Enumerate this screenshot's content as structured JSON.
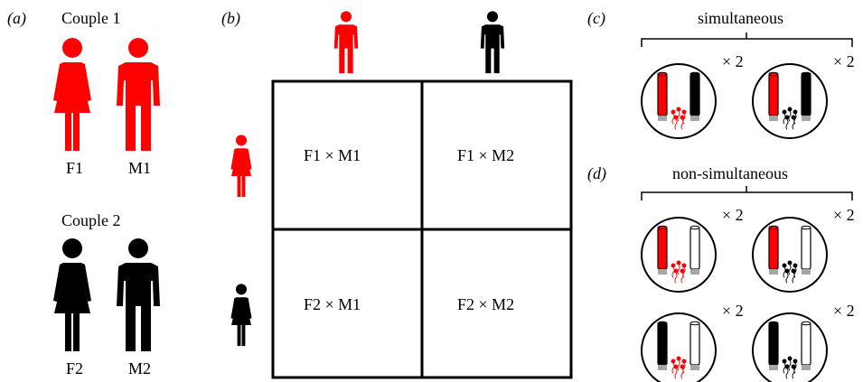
{
  "colors": {
    "red": "#ff0000",
    "black": "#000000",
    "grey": "#a6a6a6",
    "white": "#ffffff"
  },
  "panel_a": {
    "label": "(a)",
    "couple1": {
      "title": "Couple 1",
      "female": "F1",
      "male": "M1",
      "color": "#ff0000"
    },
    "couple2": {
      "title": "Couple 2",
      "female": "F2",
      "male": "M2",
      "color": "#000000"
    }
  },
  "panel_b": {
    "label": "(b)",
    "columns": [
      {
        "icon": "male-red-icon"
      },
      {
        "icon": "male-black-icon"
      }
    ],
    "rows": [
      {
        "icon": "female-red-icon"
      },
      {
        "icon": "female-black-icon"
      }
    ],
    "cells": [
      [
        "F1 × M1",
        "F1 × M2"
      ],
      [
        "F2 × M1",
        "F2 × M2"
      ]
    ]
  },
  "panel_c": {
    "label": "(c)",
    "title": "simultaneous",
    "multiplier": "× 2",
    "dishes": [
      {
        "tube_left": "red",
        "tube_right": "black",
        "sperm": "red"
      },
      {
        "tube_left": "red",
        "tube_right": "black",
        "sperm": "black"
      }
    ]
  },
  "panel_d": {
    "label": "(d)",
    "title": "non-simultaneous",
    "multiplier": "× 2",
    "dishes": [
      {
        "tube_left": "red",
        "tube_right": "white",
        "sperm": "red"
      },
      {
        "tube_left": "red",
        "tube_right": "white",
        "sperm": "black"
      },
      {
        "tube_left": "black",
        "tube_right": "white",
        "sperm": "red"
      },
      {
        "tube_left": "black",
        "tube_right": "white",
        "sperm": "black"
      }
    ]
  }
}
